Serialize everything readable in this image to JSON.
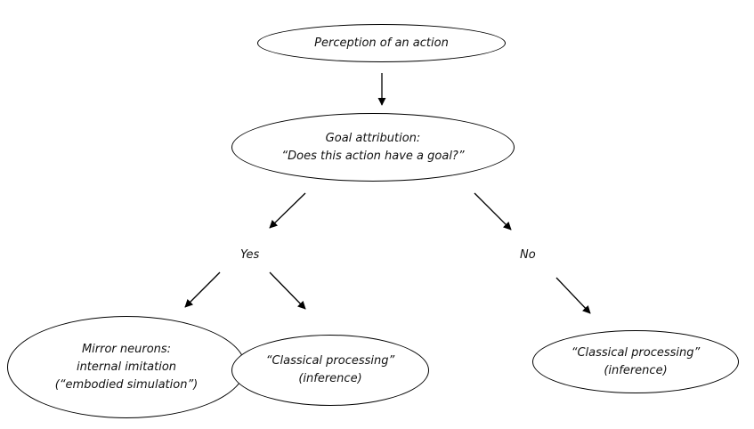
{
  "nodes": {
    "perception": {
      "line1": "Perception of an action"
    },
    "goal": {
      "line1": "Goal attribution:",
      "line2": "“Does this action have a goal?”"
    },
    "mirror": {
      "line1": "Mirror neurons:",
      "line2": "internal imitation",
      "line3": "(“embodied simulation”)"
    },
    "classical_yes": {
      "line1": "“Classical processing”",
      "line2": "(inference)"
    },
    "classical_no": {
      "line1": "“Classical processing”",
      "line2": "(inference)"
    }
  },
  "branches": {
    "yes": "Yes",
    "no": "No"
  },
  "colors": {
    "stroke": "#000000",
    "text": "#111111",
    "background": "#ffffff"
  }
}
